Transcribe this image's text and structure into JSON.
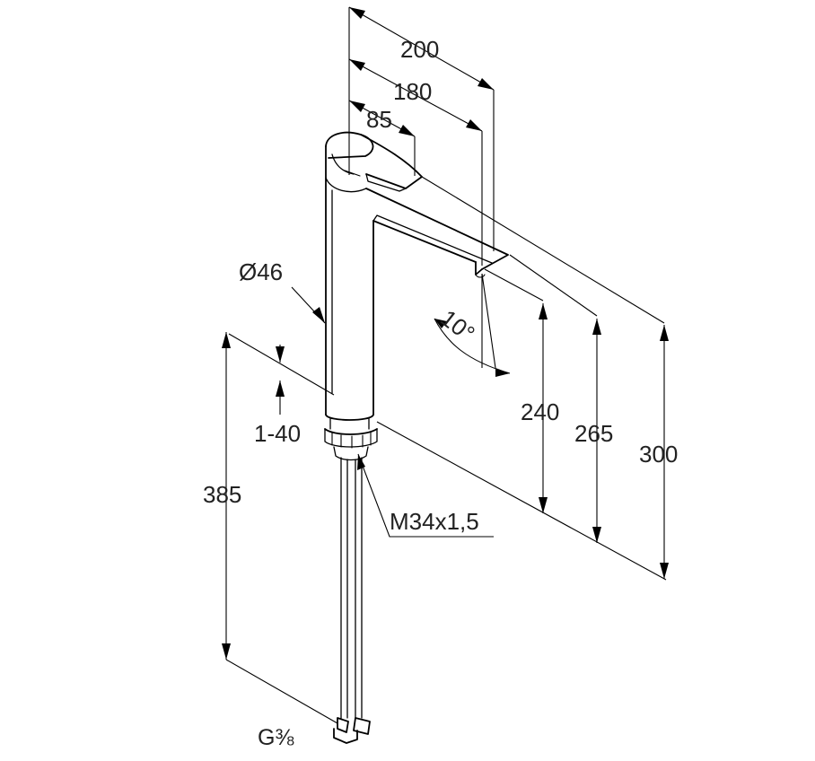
{
  "dimensions": {
    "reach_total": "200",
    "reach_spout": "180",
    "handle_offset": "85",
    "body_diameter": "Ø46",
    "spout_angle": "10°",
    "height_spout_outlet": "240",
    "height_spout_top": "265",
    "height_total": "300",
    "under_counter_length": "385",
    "counter_thickness": "1-40",
    "mounting_thread": "M34x1,5",
    "hose_connection": "G⅜"
  },
  "colors": {
    "line": "#000000",
    "text": "#222222",
    "background": "#ffffff"
  }
}
